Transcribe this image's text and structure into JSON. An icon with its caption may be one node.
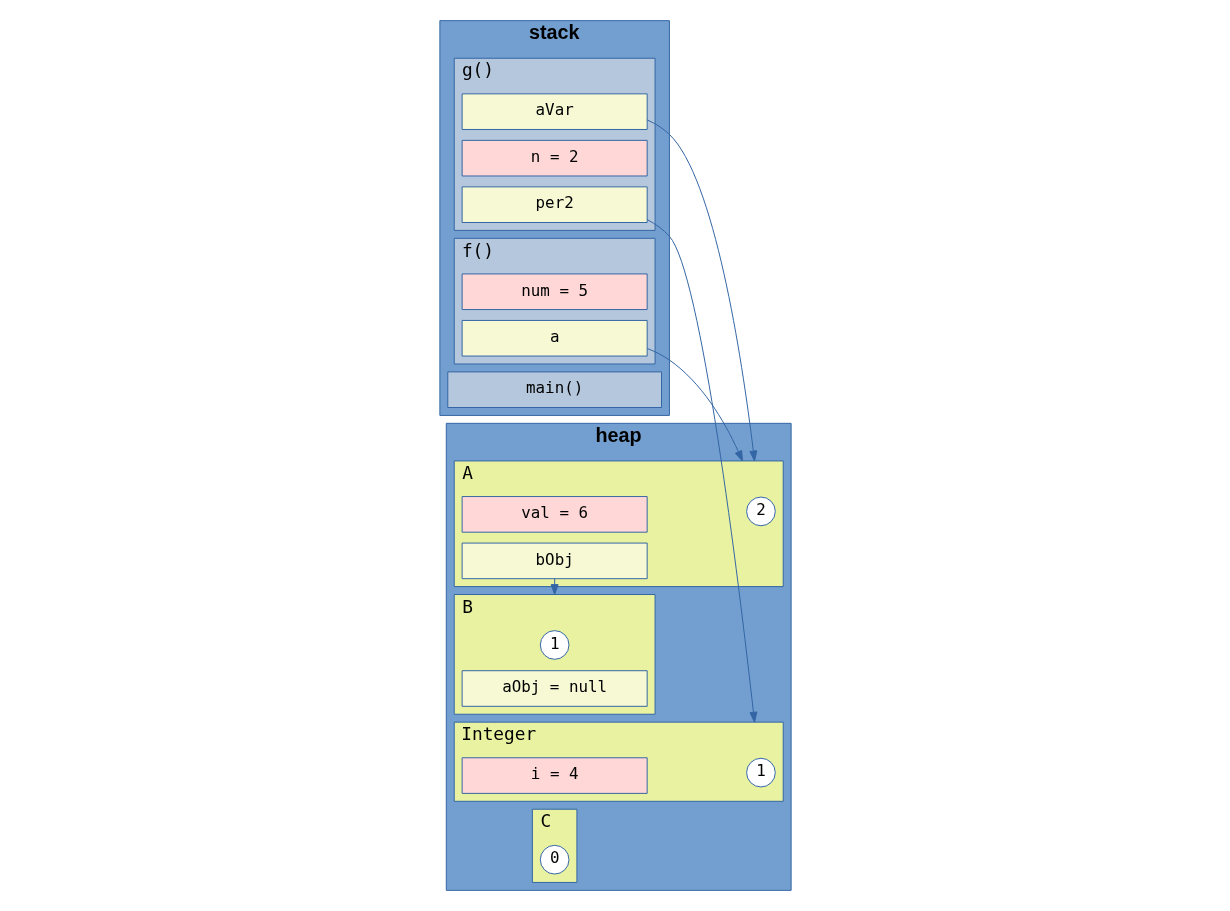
{
  "diagram": {
    "nodes": [
      {
        "text": [
          "stack"
        ]
      },
      {
        "text": [
          "g()"
        ],
        "in": 0
      },
      {
        "text": [
          "aVar"
        ],
        "in": 1
      },
      {
        "text": [
          "n = 2"
        ],
        "in": 1
      },
      {
        "text": [
          "per2"
        ],
        "in": 1
      },
      {
        "text": [
          "f()"
        ],
        "in": 0
      },
      {
        "text": [
          "num = 5"
        ],
        "in": 5
      },
      {
        "text": [
          "a"
        ],
        "in": 5
      },
      {
        "text": [
          "main()"
        ],
        "in": 0
      },
      {
        "text": [
          "heap"
        ]
      },
      {
        "text": [
          "A"
        ],
        "in": 9
      },
      {
        "text": [
          "2"
        ],
        "in": 10
      },
      {
        "text": [
          "val = 6"
        ],
        "in": 10
      },
      {
        "text": [
          "bObj"
        ],
        "in": 10
      },
      {
        "text": [
          "B"
        ],
        "in": 9
      },
      {
        "text": [
          "1"
        ],
        "in": 14
      },
      {
        "text": [
          "aObj = null"
        ],
        "in": 14
      },
      {
        "text": [
          "Integer"
        ],
        "in": 9
      },
      {
        "text": [
          "1"
        ],
        "in": 17
      },
      {
        "text": [
          "i = 4"
        ],
        "in": 17
      },
      {
        "text": [
          "C"
        ],
        "in": 9
      },
      {
        "text": [
          "0"
        ],
        "in": 20
      }
    ],
    "edges": [
      {
        "from": 2,
        "to": 10,
        "arrow": "to"
      },
      {
        "from": 4,
        "to": 17,
        "arrow": "to"
      },
      {
        "from": 7,
        "to": 10,
        "arrow": "to"
      },
      {
        "from": 13,
        "to": 14,
        "arrow": "to"
      }
    ]
  }
}
